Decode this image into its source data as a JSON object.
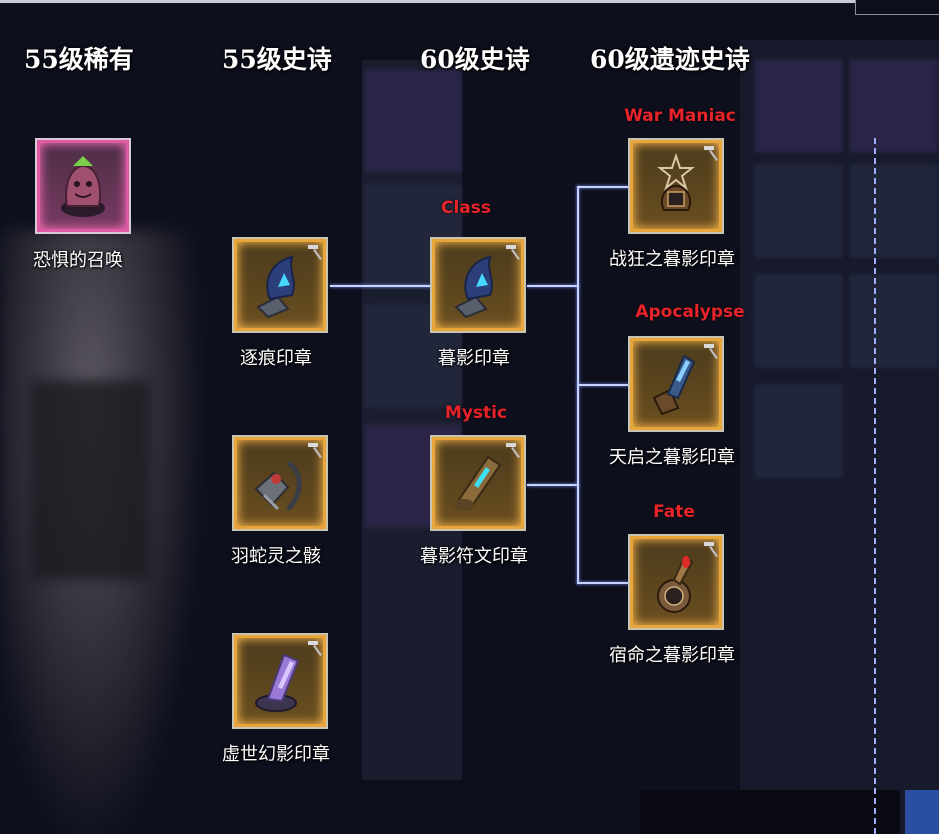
{
  "headers": {
    "col1": "55级稀有",
    "col2": "55级史诗",
    "col3": "60级史诗",
    "col4": "60级遗迹史诗"
  },
  "items": {
    "summon_fear": "恐惧的召唤",
    "trace_seal": "逐痕印章",
    "feather_serpent": "羽蛇灵之骸",
    "illusion_seal": "虚世幻影印章",
    "twilight_seal": "暮影印章",
    "twilight_rune_seal": "暮影符文印章",
    "war_maniac_seal": "战狂之暮影印章",
    "apocalypse_seal": "天启之暮影印章",
    "fate_seal": "宿命之暮影印章"
  },
  "tags": {
    "class": "Class",
    "mystic": "Mystic",
    "war_maniac": "War Maniac",
    "apocalypse": "Apocalypse",
    "fate": "Fate"
  },
  "colors": {
    "tag_red": "#e8232a",
    "epic_border": "#e8a63a",
    "rare_border": "#e05aa6",
    "connector": "#c7d3ff"
  },
  "icons": [
    "hammer-icon"
  ]
}
